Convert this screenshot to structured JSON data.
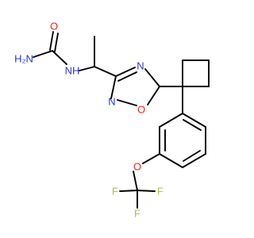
{
  "structure": {
    "atoms": {
      "o_carbonyl": {
        "text": "O",
        "color": "#e8251e"
      },
      "n_amide": {
        "text": "H₂N",
        "color": "#2a36d6"
      },
      "n_urea": {
        "text": "NH",
        "color": "#2a36d6"
      },
      "n_ring_top": {
        "text": "N",
        "color": "#2a36d6"
      },
      "n_ring_left": {
        "text": "N",
        "color": "#2a36d6"
      },
      "o_ring": {
        "text": "O",
        "color": "#e8251e"
      },
      "o_ether": {
        "text": "O",
        "color": "#e8251e"
      },
      "f_left": {
        "text": "F",
        "color": "#9fc944"
      },
      "f_right": {
        "text": "F",
        "color": "#9fc944"
      },
      "f_bottom": {
        "text": "F",
        "color": "#9fc944"
      }
    },
    "bond_color": "#000000"
  }
}
